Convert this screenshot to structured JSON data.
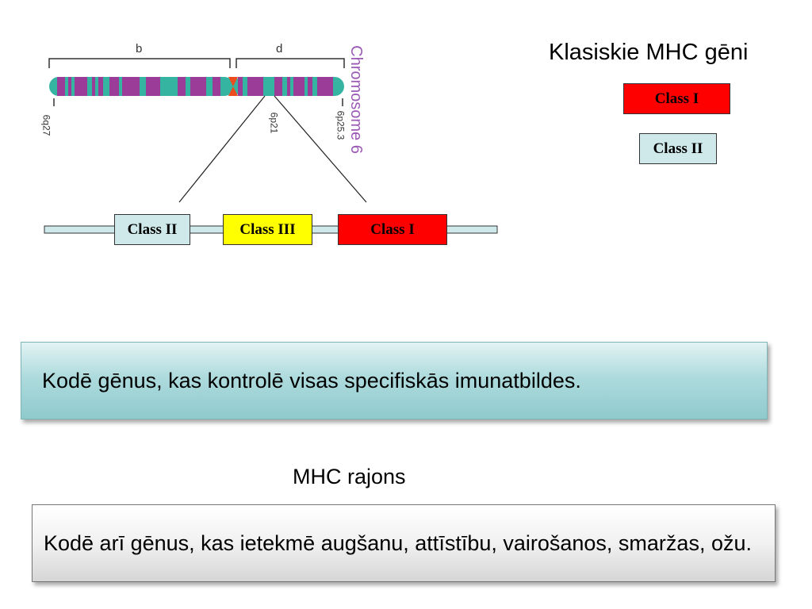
{
  "chromosome": {
    "title": "Chromosome 6",
    "arm_q": "q",
    "arm_p": "p",
    "band_q_end": "6q27",
    "band_p21": "6p21",
    "band_p_end": "6p25.3",
    "colors": {
      "body": "#35b5a1",
      "band": "#9b3c98",
      "centromere": "#ee4b1f",
      "title": "#9b59b6"
    }
  },
  "gene_strip": {
    "boxes": [
      {
        "label": "Class II",
        "color": "#cfe9ea"
      },
      {
        "label": "Class III",
        "color": "#ffff00"
      },
      {
        "label": "Class I",
        "color": "#ff0000"
      }
    ],
    "bar_color": "#cfe9ea"
  },
  "legend": {
    "title": "Klasiskie MHC gēni",
    "items": [
      {
        "label": "Class I",
        "color": "#ff0000"
      },
      {
        "label": "Class II",
        "color": "#cfe9ea"
      }
    ]
  },
  "arrow_color": "#3d8b8b",
  "description_1": "Kodē gēnus, kas kontrolē visas specifiskās imunatbildes.",
  "region_label": "MHC rajons",
  "description_2": "Kodē arī gēnus, kas ietekmē augšanu, attīstību, vairošanos, smaržas, ožu."
}
